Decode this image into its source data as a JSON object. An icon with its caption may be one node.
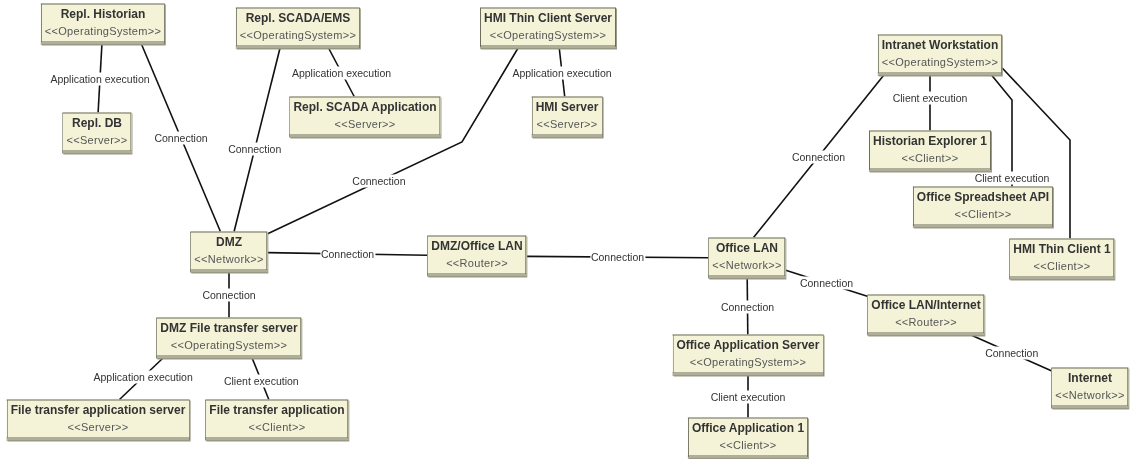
{
  "diagram": {
    "nodes": [
      {
        "text": [
          "Repl. Historian",
          "<<OperatingSystem>>"
        ]
      },
      {
        "text": [
          "Repl. DB",
          "<<Server>>"
        ]
      },
      {
        "text": [
          "Repl. SCADA/EMS",
          "<<OperatingSystem>>"
        ]
      },
      {
        "text": [
          "Repl. SCADA Application",
          "<<Server>>"
        ]
      },
      {
        "text": [
          "HMI Thin Client Server",
          "<<OperatingSystem>>"
        ]
      },
      {
        "text": [
          "HMI Server",
          "<<Server>>"
        ]
      },
      {
        "text": [
          "Intranet Workstation",
          "<<OperatingSystem>>"
        ]
      },
      {
        "text": [
          "Historian Explorer 1",
          "<<Client>>"
        ]
      },
      {
        "text": [
          "Office Spreadsheet API",
          "<<Client>>"
        ]
      },
      {
        "text": [
          "HMI Thin Client 1",
          "<<Client>>"
        ]
      },
      {
        "text": [
          "DMZ",
          "<<Network>>"
        ]
      },
      {
        "text": [
          "DMZ/Office LAN",
          "<<Router>>"
        ]
      },
      {
        "text": [
          "Office LAN",
          "<<Network>>"
        ]
      },
      {
        "text": [
          "DMZ File transfer server",
          "<<OperatingSystem>>"
        ]
      },
      {
        "text": [
          "File transfer application server",
          "<<Server>>"
        ]
      },
      {
        "text": [
          "File transfer application",
          "<<Client>>"
        ]
      },
      {
        "text": [
          "Office Application Server",
          "<<OperatingSystem>>"
        ]
      },
      {
        "text": [
          "Office LAN/Internet",
          "<<Router>>"
        ]
      },
      {
        "text": [
          "Office Application 1",
          "<<Client>>"
        ]
      },
      {
        "text": [
          "Internet",
          "<<Network>>"
        ]
      }
    ],
    "edges": [
      {
        "from": 0,
        "to": 1,
        "arrow": "none",
        "label": "Application execution"
      },
      {
        "from": 0,
        "to": 10,
        "arrow": "none",
        "label": "Connection"
      },
      {
        "from": 2,
        "to": 3,
        "arrow": "none",
        "label": "Application execution"
      },
      {
        "from": 2,
        "to": 10,
        "arrow": "none",
        "label": "Connection"
      },
      {
        "from": 4,
        "to": 5,
        "arrow": "none",
        "label": "Application execution"
      },
      {
        "from": 4,
        "to": 10,
        "arrow": "none",
        "label": "Connection"
      },
      {
        "from": 10,
        "to": 11,
        "arrow": "none",
        "label": "Connection"
      },
      {
        "from": 11,
        "to": 12,
        "arrow": "none",
        "label": "Connection"
      },
      {
        "from": 10,
        "to": 13,
        "arrow": "none",
        "label": "Connection"
      },
      {
        "from": 13,
        "to": 14,
        "arrow": "none",
        "label": "Application execution"
      },
      {
        "from": 13,
        "to": 15,
        "arrow": "none",
        "label": "Client execution"
      },
      {
        "from": 6,
        "to": 7,
        "arrow": "none",
        "label": "Client execution"
      },
      {
        "from": 6,
        "to": 8,
        "arrow": "none",
        "label": "Client execution"
      },
      {
        "from": 6,
        "to": 9,
        "arrow": "none"
      },
      {
        "from": 12,
        "to": 6,
        "arrow": "none",
        "label": "Connection"
      },
      {
        "from": 12,
        "to": 16,
        "arrow": "none",
        "label": "Connection"
      },
      {
        "from": 12,
        "to": 17,
        "arrow": "none",
        "label": "Connection"
      },
      {
        "from": 16,
        "to": 18,
        "arrow": "none",
        "label": "Client execution"
      },
      {
        "from": 17,
        "to": 19,
        "arrow": "none",
        "label": "Connection"
      }
    ]
  }
}
